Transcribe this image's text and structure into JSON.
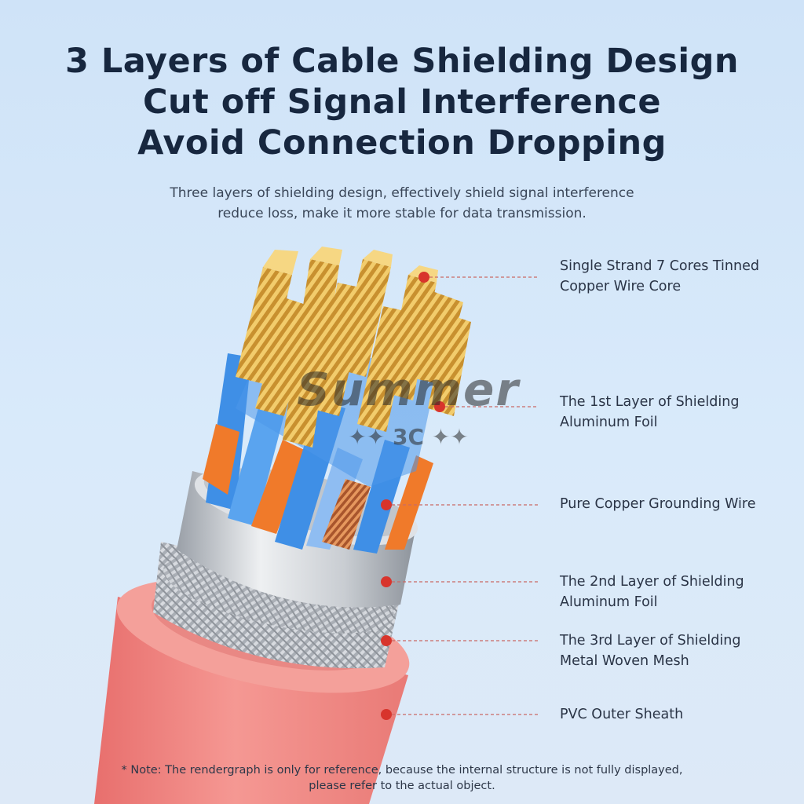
{
  "headline": {
    "line1": "3 Layers of Cable Shielding Design",
    "line2": "Cut off Signal Interference",
    "line3": "Avoid Connection Dropping"
  },
  "subtitle": {
    "line1": "Three layers of shielding design, effectively shield signal interference",
    "line2": "reduce loss, make it more stable for data transmission."
  },
  "callouts": [
    {
      "line1": "Single Strand 7 Cores Tinned",
      "line2": "Copper Wire Core"
    },
    {
      "line1": "The 1st Layer of Shielding",
      "line2": "Aluminum Foil"
    },
    {
      "line1": "Pure Copper Grounding Wire",
      "line2": ""
    },
    {
      "line1": "The 2nd Layer of Shielding",
      "line2": "Aluminum Foil"
    },
    {
      "line1": "The 3rd Layer of Shielding",
      "line2": "Metal Woven Mesh"
    },
    {
      "line1": "PVC Outer Sheath",
      "line2": ""
    }
  ],
  "note": {
    "line1": "* Note: The rendergraph is only for reference, because the internal structure is not fully displayed,",
    "line2": "please refer to the actual object."
  },
  "watermark": {
    "main": "Summer",
    "sub": "✦✦ 3C ✦✦"
  },
  "colors": {
    "sheath": "#f08a86",
    "foil": "#cfd3d8",
    "mesh": "#b8bcc2",
    "wire_blue": "#3f8fe6",
    "wire_orange": "#f07a2a",
    "copper": "#d9a441",
    "dot": "#d8342c"
  }
}
